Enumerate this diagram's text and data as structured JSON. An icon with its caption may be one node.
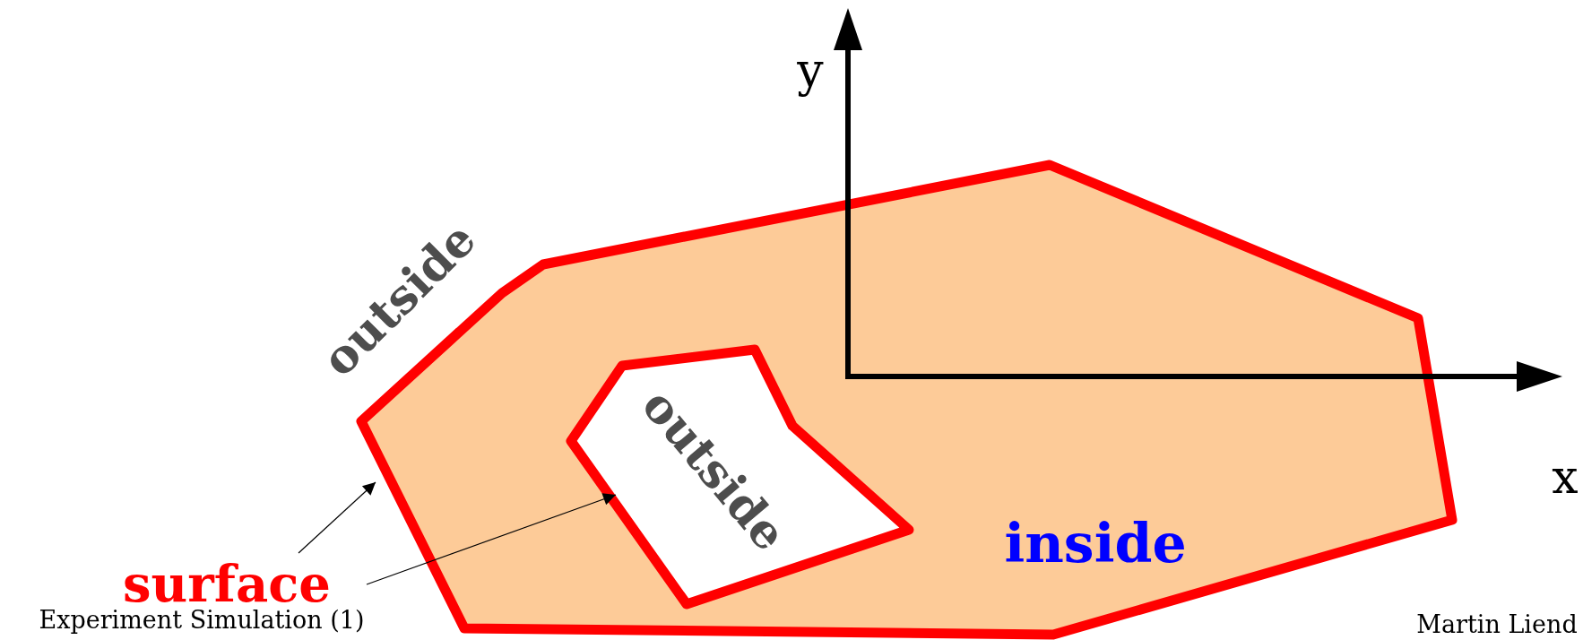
{
  "diagram": {
    "nodes": [
      {
        "text": [
          "surface"
        ]
      },
      {
        "text": [],
        "shape": "polygon"
      },
      {
        "text": [],
        "shape": "polygon",
        "in": 1
      }
    ],
    "edges": [
      {
        "from": 0,
        "to": 1,
        "arrow": "to"
      },
      {
        "from": 0,
        "to": 2,
        "arrow": "to"
      }
    ],
    "labels": [
      "y",
      "x",
      "outside",
      "outside",
      "inside",
      "Experiment Simulation (1)",
      "Martin Liend"
    ]
  }
}
